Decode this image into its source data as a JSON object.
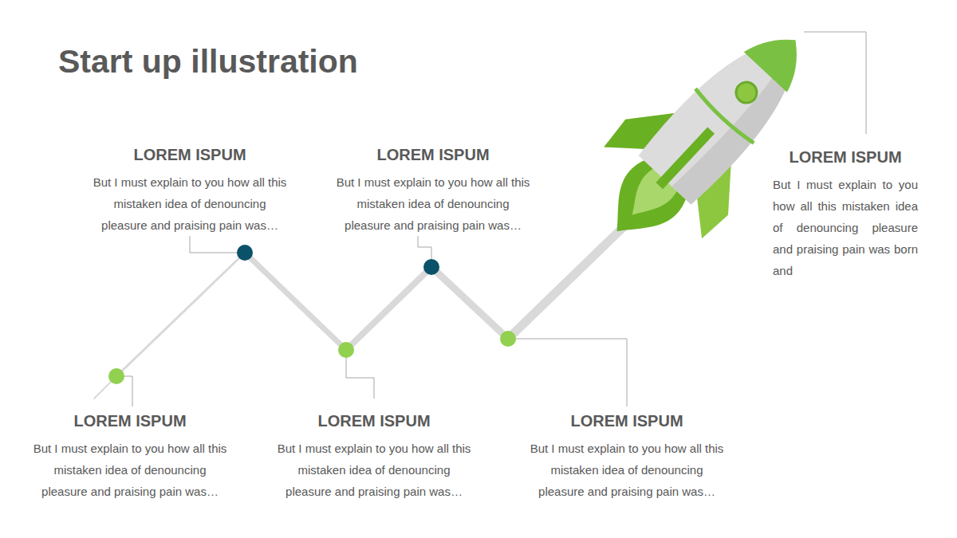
{
  "diagram": {
    "title": "Start up illustration",
    "nodes": [
      {
        "text": [
          "LOREM ISPUM",
          "But I must explain to you how all this mistaken idea of denouncing pleasure and praising pain was…"
        ]
      },
      {
        "text": [
          "LOREM ISPUM",
          "But I must explain to you how all this mistaken idea of denouncing pleasure and praising pain was…"
        ]
      },
      {
        "text": [
          "LOREM ISPUM",
          "But I must explain to you how all this mistaken idea of denouncing pleasure and praising pain was…"
        ]
      },
      {
        "text": [
          "LOREM ISPUM",
          "But I must explain to you how all this mistaken idea of denouncing pleasure and praising pain was…"
        ]
      },
      {
        "text": [
          "LOREM ISPUM",
          "But I must explain to you how all this mistaken idea of denouncing pleasure and praising pain was…"
        ]
      },
      {
        "text": [
          "LOREM ISPUM",
          "But I must explain to you how all this mistaken idea of denouncing pleasure and praising pain was born and"
        ]
      }
    ]
  }
}
